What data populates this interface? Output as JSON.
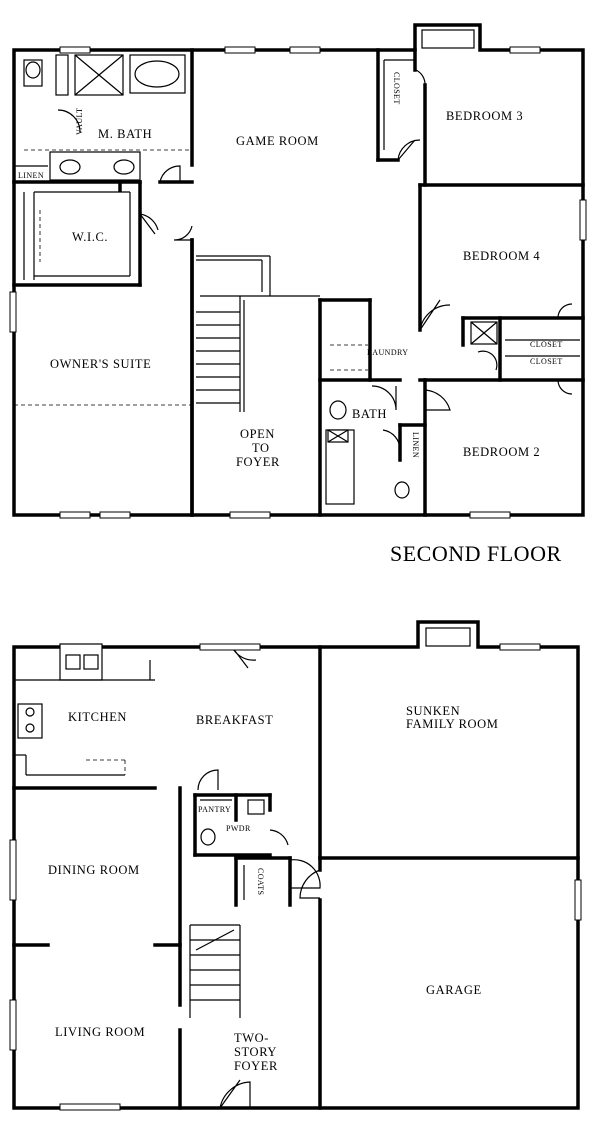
{
  "second_floor": {
    "title": "SECOND FLOOR",
    "rooms": {
      "m_bath": "M. BATH",
      "vault": "VAULT",
      "linen": "LINEN",
      "wic": "W.I.C.",
      "owners_suite": "OWNER'S SUITE",
      "game_room": "GAME ROOM",
      "open_to": "OPEN",
      "open_to_2": "TO",
      "open_foyer": "FOYER",
      "closet": "CLOSET",
      "bedroom3": "BEDROOM 3",
      "bedroom4": "BEDROOM 4",
      "bedroom2": "BEDROOM 2",
      "laundry": "LAUNDRY",
      "bath": "BATH",
      "linen2": "LINEN",
      "closet2": "CLOSET",
      "closet3": "CLOSET"
    }
  },
  "first_floor": {
    "rooms": {
      "kitchen": "KITCHEN",
      "breakfast": "BREAKFAST",
      "sunken1": "SUNKEN",
      "sunken2": "FAMILY ROOM",
      "pantry": "PANTRY",
      "pwdr": "PWDR",
      "coats": "COATS",
      "dining_room": "DINING ROOM",
      "living_room": "LIVING ROOM",
      "garage": "GARAGE",
      "two": "TWO-",
      "story": "STORY",
      "foyer": "FOYER"
    }
  }
}
